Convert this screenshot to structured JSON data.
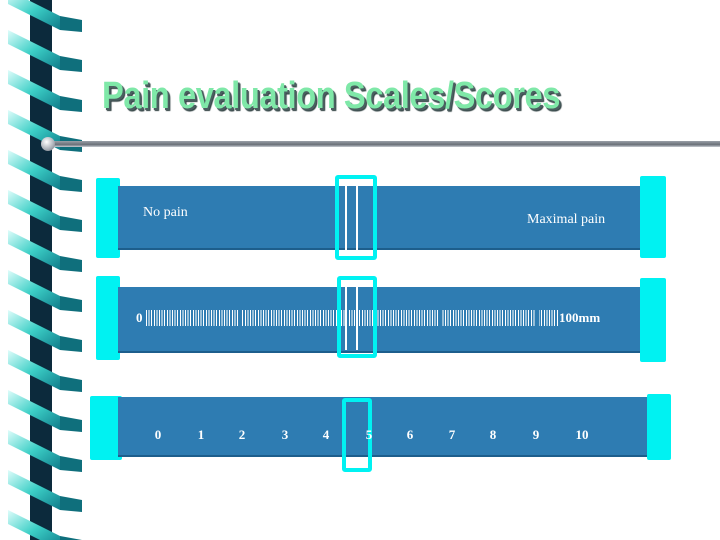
{
  "slide": {
    "title": "Pain evaluation Scales/Scores"
  },
  "scales": {
    "verbal": {
      "left_label": "No pain",
      "right_label": "Maximal pain"
    },
    "vas": {
      "start_label": "0",
      "end_label": "100mm"
    },
    "numeric": {
      "values": [
        "0",
        "1",
        "2",
        "3",
        "4",
        "5",
        "6",
        "7",
        "8",
        "9",
        "10"
      ],
      "highlighted": "5"
    }
  },
  "colors": {
    "panel": "#2e7cb2",
    "accent_cyan": "#00f2f2",
    "title_green": "#7fe8a8",
    "ribbon_teal": "#1bb5b0",
    "ribbon_dark": "#0c2a3c"
  }
}
